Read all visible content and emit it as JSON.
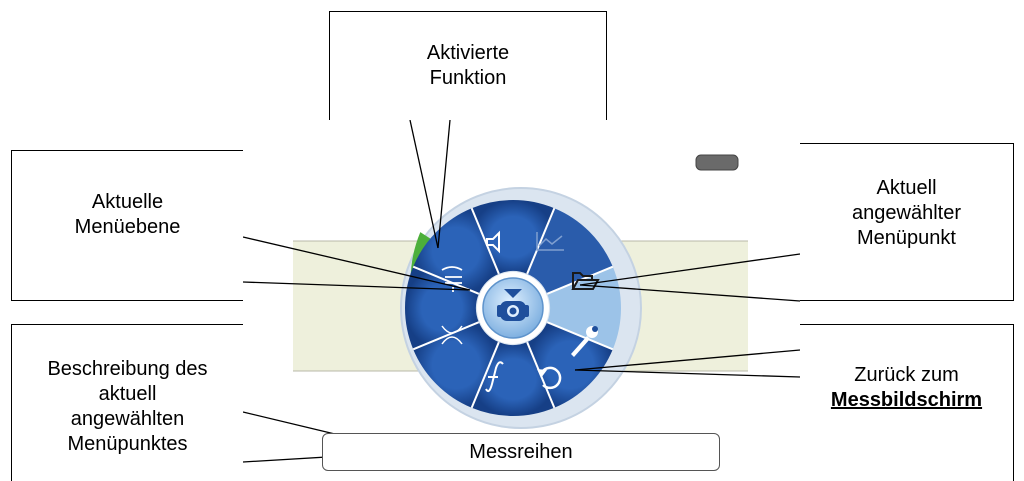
{
  "callouts": {
    "aktivierte_funktion": [
      "Aktivierte",
      "Funktion"
    ],
    "aktuelle_menuebene": [
      "Aktuelle",
      "Menüebene"
    ],
    "aktuell_angewaehlter": [
      "Aktuell",
      "angewählter",
      "Menüpunkt"
    ],
    "beschreibung": [
      "Beschreibung des",
      "aktuell",
      "angewählten",
      "Menüpunktes"
    ],
    "zurueck": [
      "Zurück zum",
      "Messbildschirm"
    ]
  },
  "status_bar": {
    "text": "Messreihen"
  },
  "menu": {
    "segments": [
      {
        "icon": "speaker-icon",
        "selected": false,
        "enabled": true
      },
      {
        "icon": "chart-icon",
        "selected": false,
        "enabled": false
      },
      {
        "icon": "folder-icon",
        "selected": true,
        "enabled": true
      },
      {
        "icon": "wrench-icon",
        "selected": false,
        "enabled": true
      },
      {
        "icon": "back-arrow-icon",
        "selected": false,
        "enabled": true
      },
      {
        "icon": "function-icon",
        "selected": false,
        "enabled": true
      },
      {
        "icon": "beam-icon",
        "selected": false,
        "enabled": true
      },
      {
        "icon": "laser-icon",
        "selected": false,
        "enabled": true
      }
    ],
    "center_icon": "measure-device-icon",
    "colors": {
      "segment": "#1f4f9c",
      "segment_selected": "#9cc3e8",
      "active_arc": "#4caf3a",
      "rim": "#d9e4f0",
      "background_band": "#eef0dc"
    }
  }
}
